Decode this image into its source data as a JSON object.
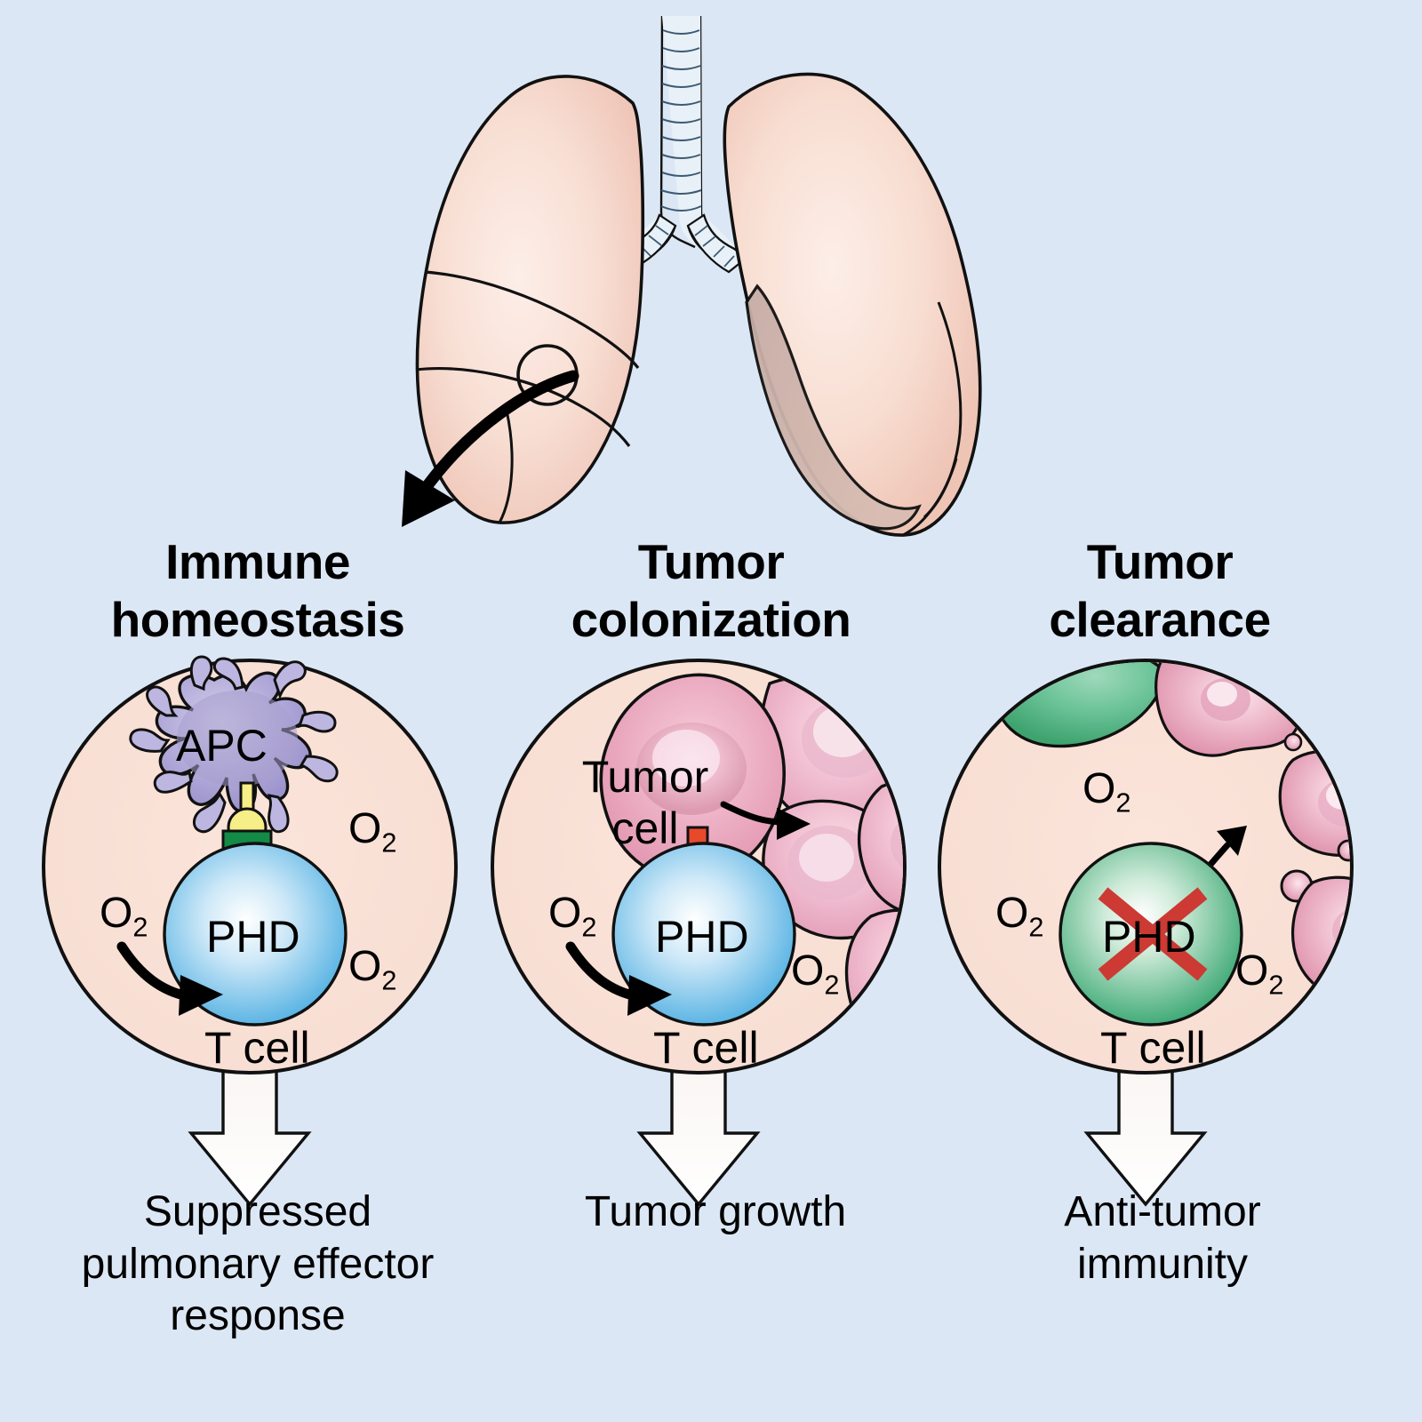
{
  "background_color": "#dce7f5",
  "figure": {
    "organ": {
      "name": "lungs-illustration",
      "callout_label": "",
      "lung_fill": "#f6d5c9",
      "trachea_fill": "#e4eef6"
    },
    "panels": [
      {
        "id": "immune-homeostasis",
        "title_line1": "Immune",
        "title_line2": "homeostasis",
        "cell_label": "T cell",
        "nucleus_label": "PHD",
        "nucleus_color": "#5fb6e4",
        "partner_cell_label": "APC",
        "partner_cell_color": "#b3acd8",
        "ligand_color": "#f4e87a",
        "receptor_color": "#138a46",
        "o2_labels": [
          "O",
          "O",
          "O"
        ],
        "o2_sub": "2",
        "outcome_lines": [
          "Suppressed",
          "pulmonary effector",
          "response"
        ],
        "phd_crossed_out": false
      },
      {
        "id": "tumor-colonization",
        "title_line1": "Tumor",
        "title_line2": "colonization",
        "cell_label": "T cell",
        "nucleus_label": "PHD",
        "nucleus_color": "#5fb6e4",
        "partner_cell_label_line1": "Tumor",
        "partner_cell_label_line2": "cell",
        "partner_cell_color": "#eeb2c6",
        "ligand_color": "#e8492b",
        "receptor_color": "#62c4ef",
        "o2_labels": [
          "O",
          "O"
        ],
        "o2_sub": "2",
        "outcome_lines": [
          "Tumor growth"
        ],
        "phd_crossed_out": false
      },
      {
        "id": "tumor-clearance",
        "title_line1": "Tumor",
        "title_line2": "clearance",
        "cell_label": "T cell",
        "nucleus_label": "PHD",
        "nucleus_color": "#4cb07d",
        "cross_color": "#cf3b35",
        "o2_labels": [
          "O",
          "O",
          "O"
        ],
        "o2_sub": "2",
        "outcome_lines": [
          "Anti-tumor",
          "immunity"
        ],
        "phd_crossed_out": true
      }
    ]
  }
}
